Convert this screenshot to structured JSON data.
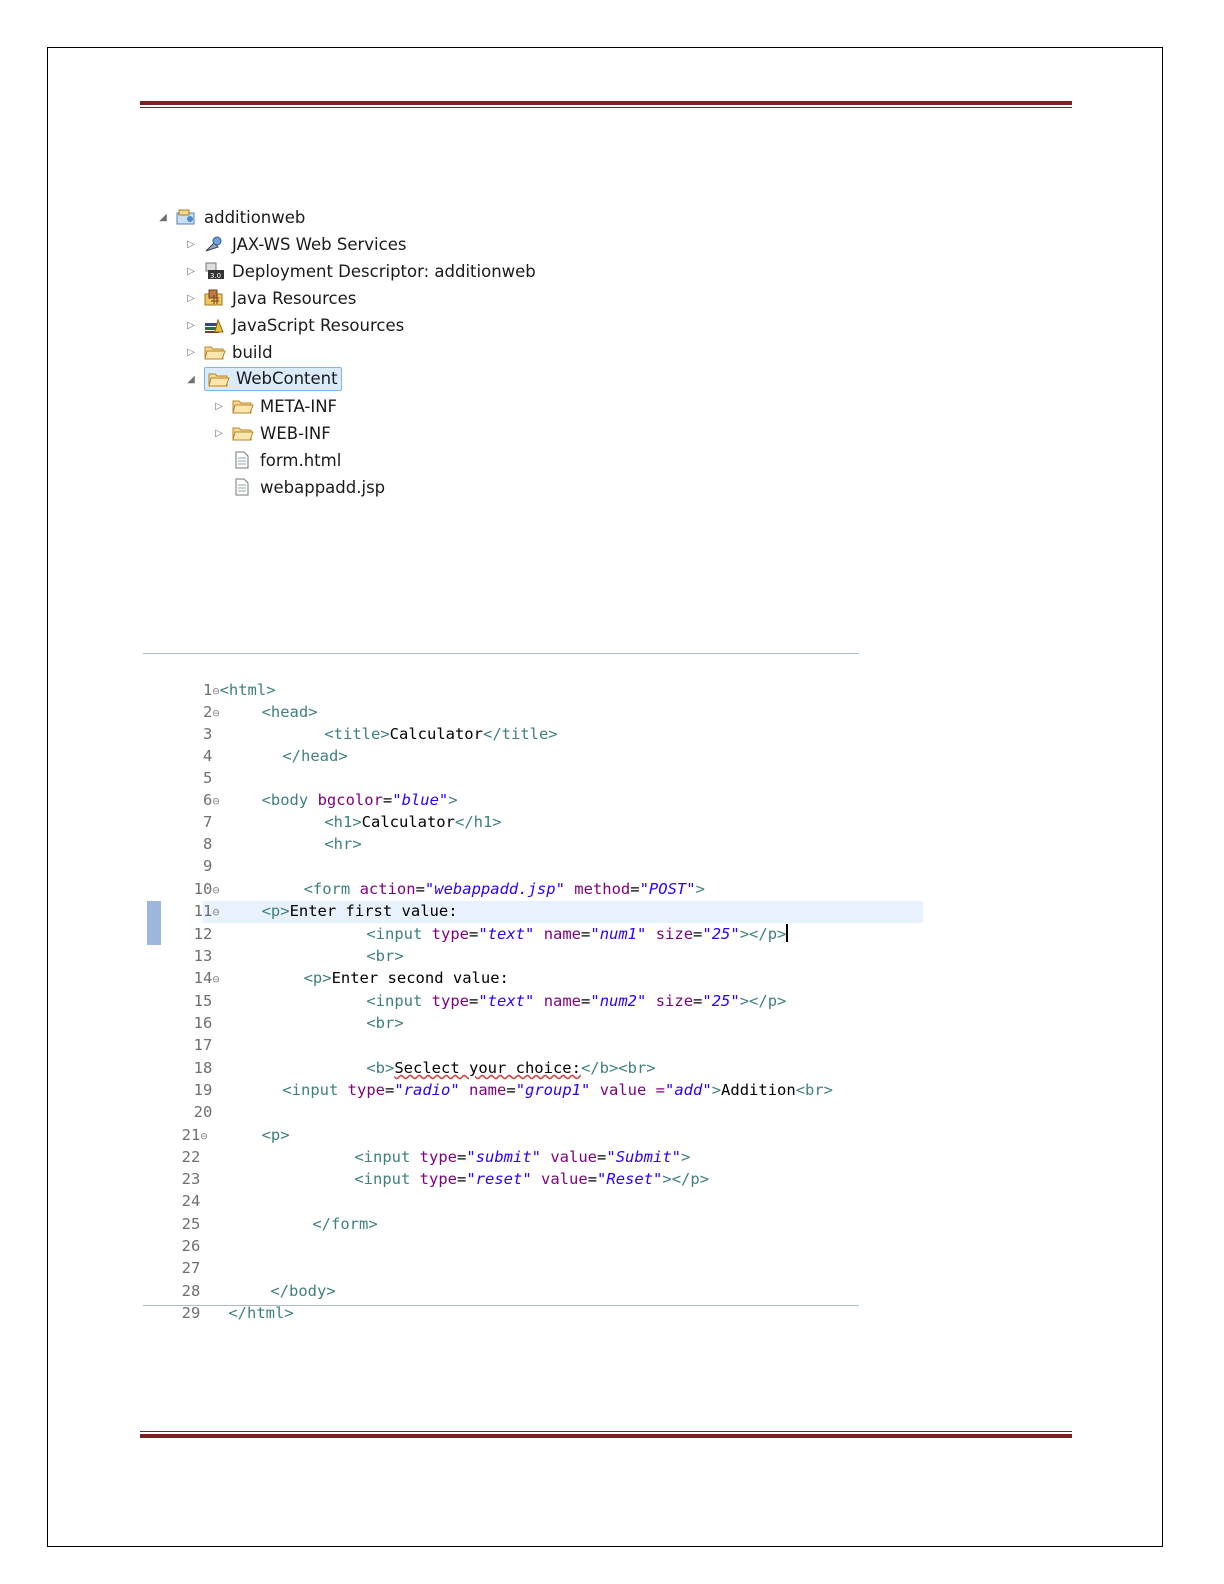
{
  "explorer": {
    "project": "additionweb",
    "items": [
      {
        "label": "JAX-WS Web Services",
        "icon": "web-services-icon"
      },
      {
        "label": "Deployment Descriptor: additionweb",
        "icon": "deployment-descriptor-icon"
      },
      {
        "label": "Java Resources",
        "icon": "java-resources-icon"
      },
      {
        "label": "JavaScript Resources",
        "icon": "javascript-resources-icon"
      },
      {
        "label": "build",
        "icon": "folder-icon"
      },
      {
        "label": "WebContent",
        "icon": "folder-icon"
      }
    ],
    "webcontent_children": [
      {
        "label": "META-INF",
        "icon": "folder-icon"
      },
      {
        "label": "WEB-INF",
        "icon": "folder-icon"
      },
      {
        "label": "form.html",
        "icon": "file-icon"
      },
      {
        "label": "webappadd.jsp",
        "icon": "file-icon"
      }
    ]
  },
  "editor": {
    "line_numbers": [
      "1",
      "2",
      "3",
      "4",
      "5",
      "6",
      "7",
      "8",
      "9",
      "10",
      "11",
      "12",
      "13",
      "14",
      "15",
      "16",
      "17",
      "18",
      "19",
      "20",
      "21",
      "22",
      "23",
      "24",
      "25",
      "26",
      "27",
      "28",
      "29"
    ],
    "fold_marker": "⊖",
    "tokens": {
      "html_open": "<html>",
      "head_open": "<head>",
      "title_open": "<title>",
      "title_text": "Calculator",
      "title_close": "</title>",
      "head_close": "</head>",
      "body_open": "<body",
      "bgcolor_attr": "bgcolor",
      "bgcolor_val": "\"blue\"",
      "gt": ">",
      "h1_open": "<h1>",
      "h1_text": "Calculator",
      "h1_close": "</h1>",
      "hr": "<hr>",
      "form_open": "<form",
      "action_attr": "action",
      "action_val": "\"webappadd.jsp\"",
      "method_attr": "method",
      "method_val": "\"POST\"",
      "p_open": "<p>",
      "p_close": "</p>",
      "first_value_text": "Enter first value:",
      "input_open": "<input",
      "type_attr": "type",
      "text_val": "\"text\"",
      "name_attr": "name",
      "num1_val": "\"num1\"",
      "size_attr": "size",
      "size_val": "\"25\"",
      "br": "<br>",
      "second_value_text": "Enter second value:",
      "num2_val": "\"num2\"",
      "b_open": "<b>",
      "choice_text": "Seclect your choice:",
      "b_close": "</b>",
      "radio_val": "\"radio\"",
      "group1_val": "\"group1\"",
      "value_attr": "value",
      "value_attr_spaced": "value =",
      "add_val": "\"add\"",
      "addition_text": "Addition",
      "submit_val": "\"submit\"",
      "submit_label_val": "\"Submit\"",
      "reset_val": "\"reset\"",
      "reset_label_val": "\"Reset\"",
      "form_close": "</form>",
      "body_close": "</body>",
      "html_close": "</html>",
      "eq": "="
    }
  }
}
